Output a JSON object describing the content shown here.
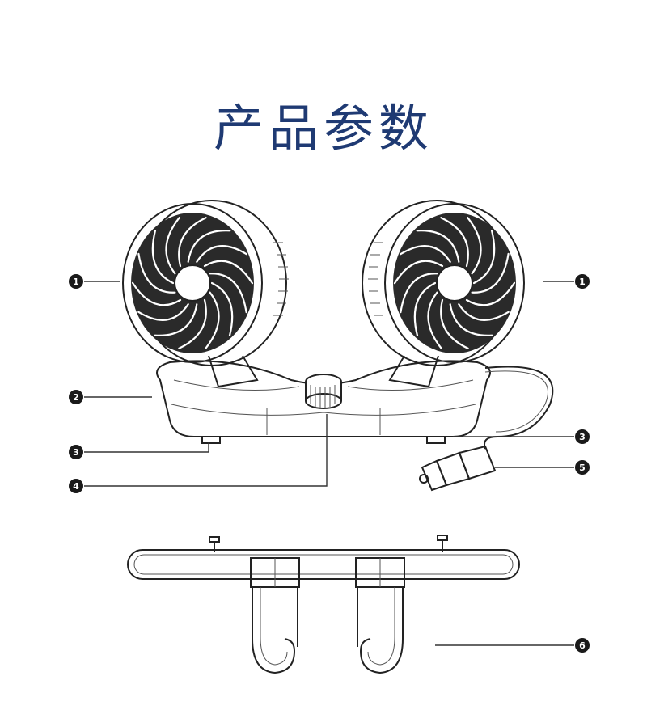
{
  "title": "产品参数",
  "callouts": [
    "1",
    "1",
    "2",
    "3",
    "3",
    "4",
    "5",
    "6"
  ],
  "colors": {
    "title": "#1f3a73",
    "line": "#222222",
    "badge": "#1a1a1a"
  }
}
